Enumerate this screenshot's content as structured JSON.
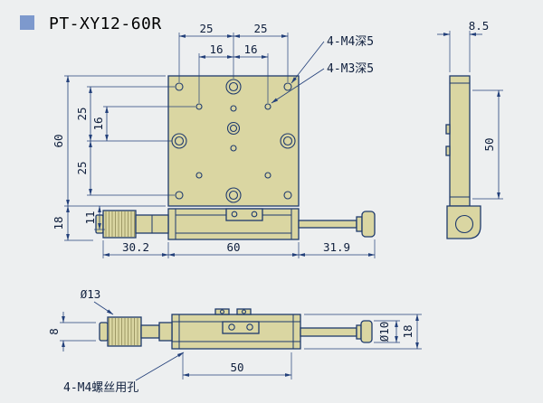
{
  "title": {
    "text": "PT-XY12-60R"
  },
  "colors": {
    "background": "#edeff0",
    "part_fill": "#dad6a2",
    "outline": "#1e3a6d",
    "dimension": "#23407a",
    "title_icon": "#7d99cd",
    "text": "#0f1f3d"
  },
  "top_view": {
    "dim_top_left": "25",
    "dim_top_right": "25",
    "dim_inner_left": "16",
    "dim_inner_right": "16",
    "label_m4": "4-M4深5",
    "label_m3": "4-M3深5",
    "dim_height": "60",
    "dim_left_upper": "25",
    "dim_left_mid": "16",
    "dim_left_lower": "25",
    "dim_block_height": "18",
    "dim_offset": "11",
    "dim_bottom_left": "30.2",
    "dim_bottom_center": "60",
    "dim_bottom_right": "31.9"
  },
  "side_view": {
    "dim_width": "8.5",
    "dim_span": "50"
  },
  "front_view": {
    "dim_knob_dia": "Ø13",
    "dim_cap_dia": "8",
    "dim_rod_dia": "Ø10",
    "dim_height": "18",
    "dim_span": "50",
    "label_screw_holes": "4-M4螺丝用孔"
  }
}
